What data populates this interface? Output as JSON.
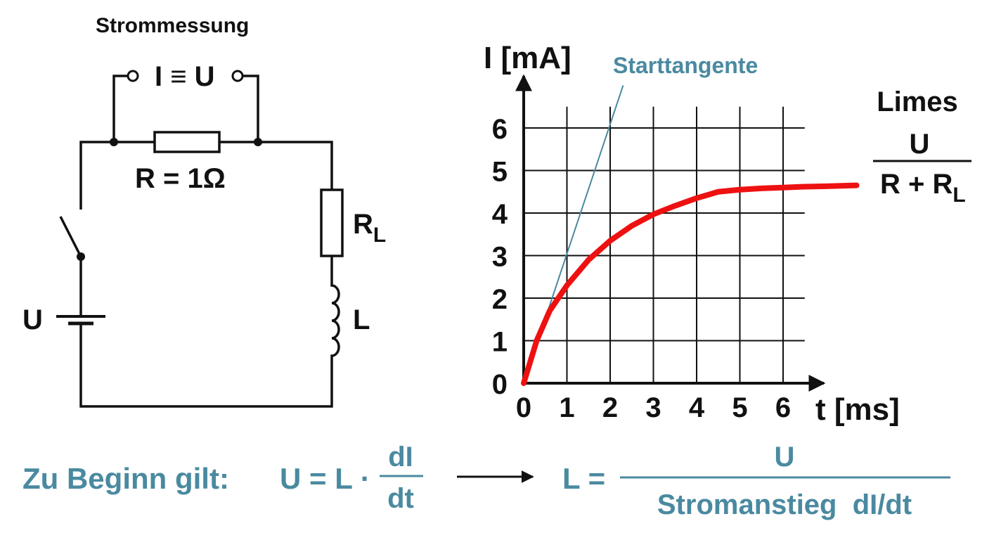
{
  "circuit": {
    "title": "Strommessung",
    "meter_label": "I ≡ U",
    "resistor_label": "R = 1Ω",
    "load_resistor": "R",
    "load_resistor_sub": "L",
    "inductor": "L",
    "source": "U"
  },
  "limit": {
    "title": "Limes",
    "numerator": "U",
    "denominator": "R + R",
    "denominator_sub": "L"
  },
  "formula": {
    "left_text": "Zu Beginn gilt:",
    "left_eq": "U = L ·",
    "left_num": "dI",
    "left_den": "dt",
    "right_lhs": "L =",
    "right_num": "U",
    "right_den": "Stromanstieg  dI/dt"
  },
  "colors": {
    "curve": "#ee1111",
    "accent": "#4a8aa0",
    "ink": "#111111"
  },
  "chart_data": {
    "type": "line",
    "xlabel": "t [ms]",
    "ylabel": "I [mA]",
    "xticks": [
      "0",
      "1",
      "2",
      "3",
      "4",
      "5",
      "6"
    ],
    "yticks": [
      "0",
      "1",
      "2",
      "3",
      "4",
      "5",
      "6"
    ],
    "xlim": [
      0,
      6.5
    ],
    "ylim": [
      0,
      6.5
    ],
    "grid": true,
    "series": [
      {
        "name": "",
        "x": [
          0,
          0.3,
          0.6,
          1.0,
          1.5,
          2.0,
          2.5,
          3.0,
          3.5,
          4.0,
          4.5,
          5.0,
          5.5,
          6.0,
          6.5,
          7.0,
          7.7
        ],
        "y": [
          0,
          1.0,
          1.7,
          2.3,
          2.9,
          3.35,
          3.7,
          3.97,
          4.17,
          4.35,
          4.5,
          4.55,
          4.58,
          4.6,
          4.62,
          4.63,
          4.65
        ]
      }
    ],
    "tangent": {
      "name": "Starttangente",
      "x": [
        0,
        2.3
      ],
      "y": [
        0,
        7.0
      ]
    }
  }
}
